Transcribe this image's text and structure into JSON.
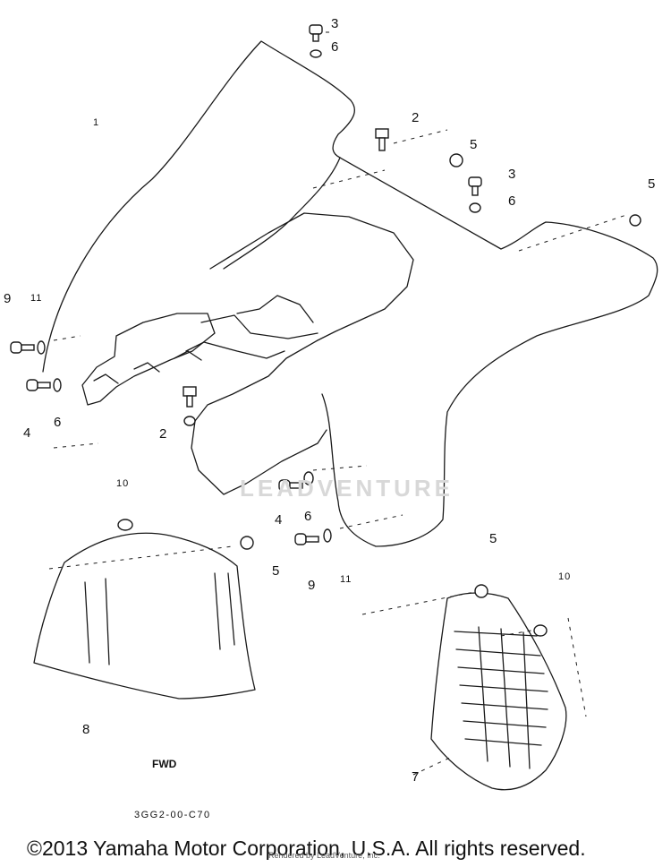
{
  "callouts": [
    {
      "id": "c3a",
      "text": "3"
    },
    {
      "id": "c6a",
      "text": "6"
    },
    {
      "id": "c1",
      "text": "1"
    },
    {
      "id": "c2a",
      "text": "2"
    },
    {
      "id": "c5a",
      "text": "5"
    },
    {
      "id": "c3b",
      "text": "3"
    },
    {
      "id": "c6b",
      "text": "6"
    },
    {
      "id": "c5b",
      "text": "5"
    },
    {
      "id": "c9a",
      "text": "9"
    },
    {
      "id": "c11a",
      "text": "11"
    },
    {
      "id": "c4a",
      "text": "4"
    },
    {
      "id": "c6c",
      "text": "6"
    },
    {
      "id": "c2b",
      "text": "2"
    },
    {
      "id": "c10a",
      "text": "10"
    },
    {
      "id": "c4b",
      "text": "4"
    },
    {
      "id": "c6d",
      "text": "6"
    },
    {
      "id": "c5c",
      "text": "5"
    },
    {
      "id": "c5d",
      "text": "5"
    },
    {
      "id": "c9b",
      "text": "9"
    },
    {
      "id": "c11b",
      "text": "11"
    },
    {
      "id": "c10b",
      "text": "10"
    },
    {
      "id": "c8",
      "text": "8"
    },
    {
      "id": "c7",
      "text": "7"
    }
  ],
  "forward_mark": "FWD",
  "drawing_code": "3GG2-00-C70",
  "watermark": "LEADVENTURE",
  "copyright": "©2013 Yamaha Motor Corporation, U.S.A. All rights reserved.",
  "rendered_by": "Rendered by LeadVenture, Inc."
}
